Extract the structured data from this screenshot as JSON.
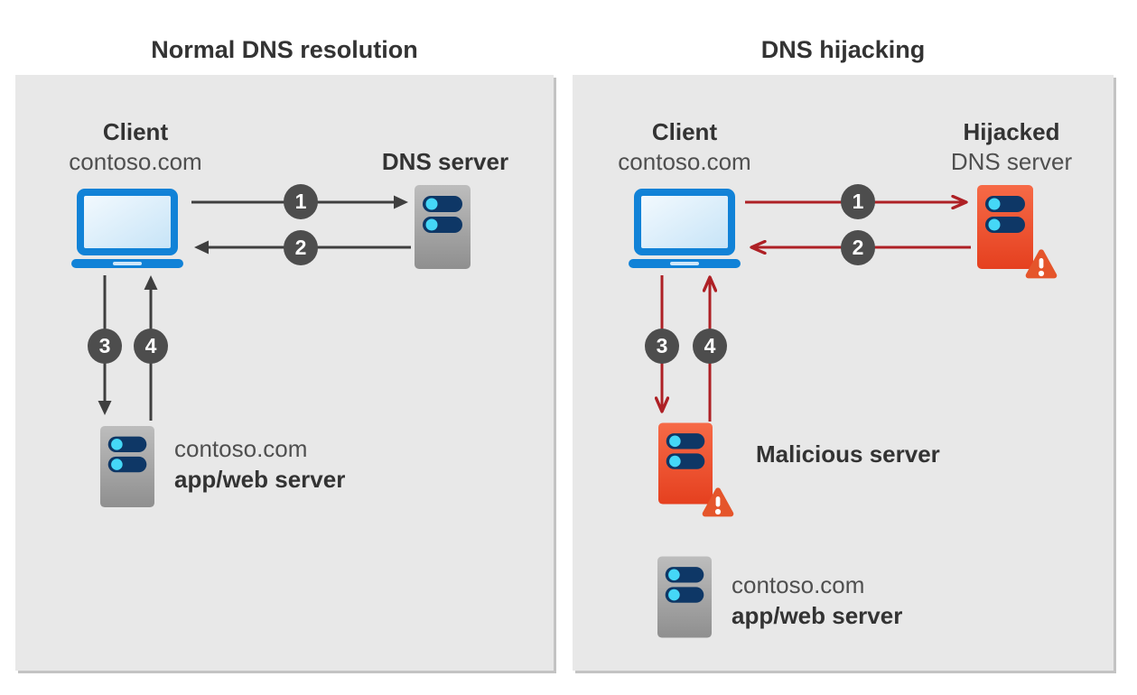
{
  "titles": {
    "left": "Normal DNS resolution",
    "right": "DNS hijacking"
  },
  "left_panel": {
    "client": {
      "name": "Client",
      "domain": "contoso.com"
    },
    "dns_server_label": "DNS server",
    "app_server": {
      "domain": "contoso.com",
      "role": "app/web server"
    },
    "steps": [
      "1",
      "2",
      "3",
      "4"
    ]
  },
  "right_panel": {
    "client": {
      "name": "Client",
      "domain": "contoso.com"
    },
    "dns_server_label_line1": "Hijacked",
    "dns_server_label_line2": "DNS server",
    "malicious_server_label": "Malicious server",
    "app_server": {
      "domain": "contoso.com",
      "role": "app/web server"
    },
    "steps": [
      "1",
      "2",
      "3",
      "4"
    ]
  },
  "icons": {
    "client": "laptop-icon",
    "dns_server": "server-icon",
    "app_server": "server-icon",
    "malicious_server": "server-icon",
    "warning": "warning-triangle-icon"
  },
  "colors": {
    "panel_background": "#e8e8e8",
    "panel_shadow": "#c3c3c3",
    "title_text": "#333333",
    "label_text_regular": "#4f4f4f",
    "normal_arrow": "#3f3f3f",
    "hijack_arrow": "#ae2025",
    "step_circle_background": "#4d4d4d",
    "step_circle_text": "#ffffff",
    "laptop_blue": "#1182d7",
    "server_gray_top": "#bcbcbc",
    "server_gray_bottom": "#909090",
    "server_bar_navy": "#0e3766",
    "server_indicator_cyan": "#45d7f7",
    "malicious_orange_top": "#f66a47",
    "malicious_orange_bottom": "#e5401f"
  }
}
